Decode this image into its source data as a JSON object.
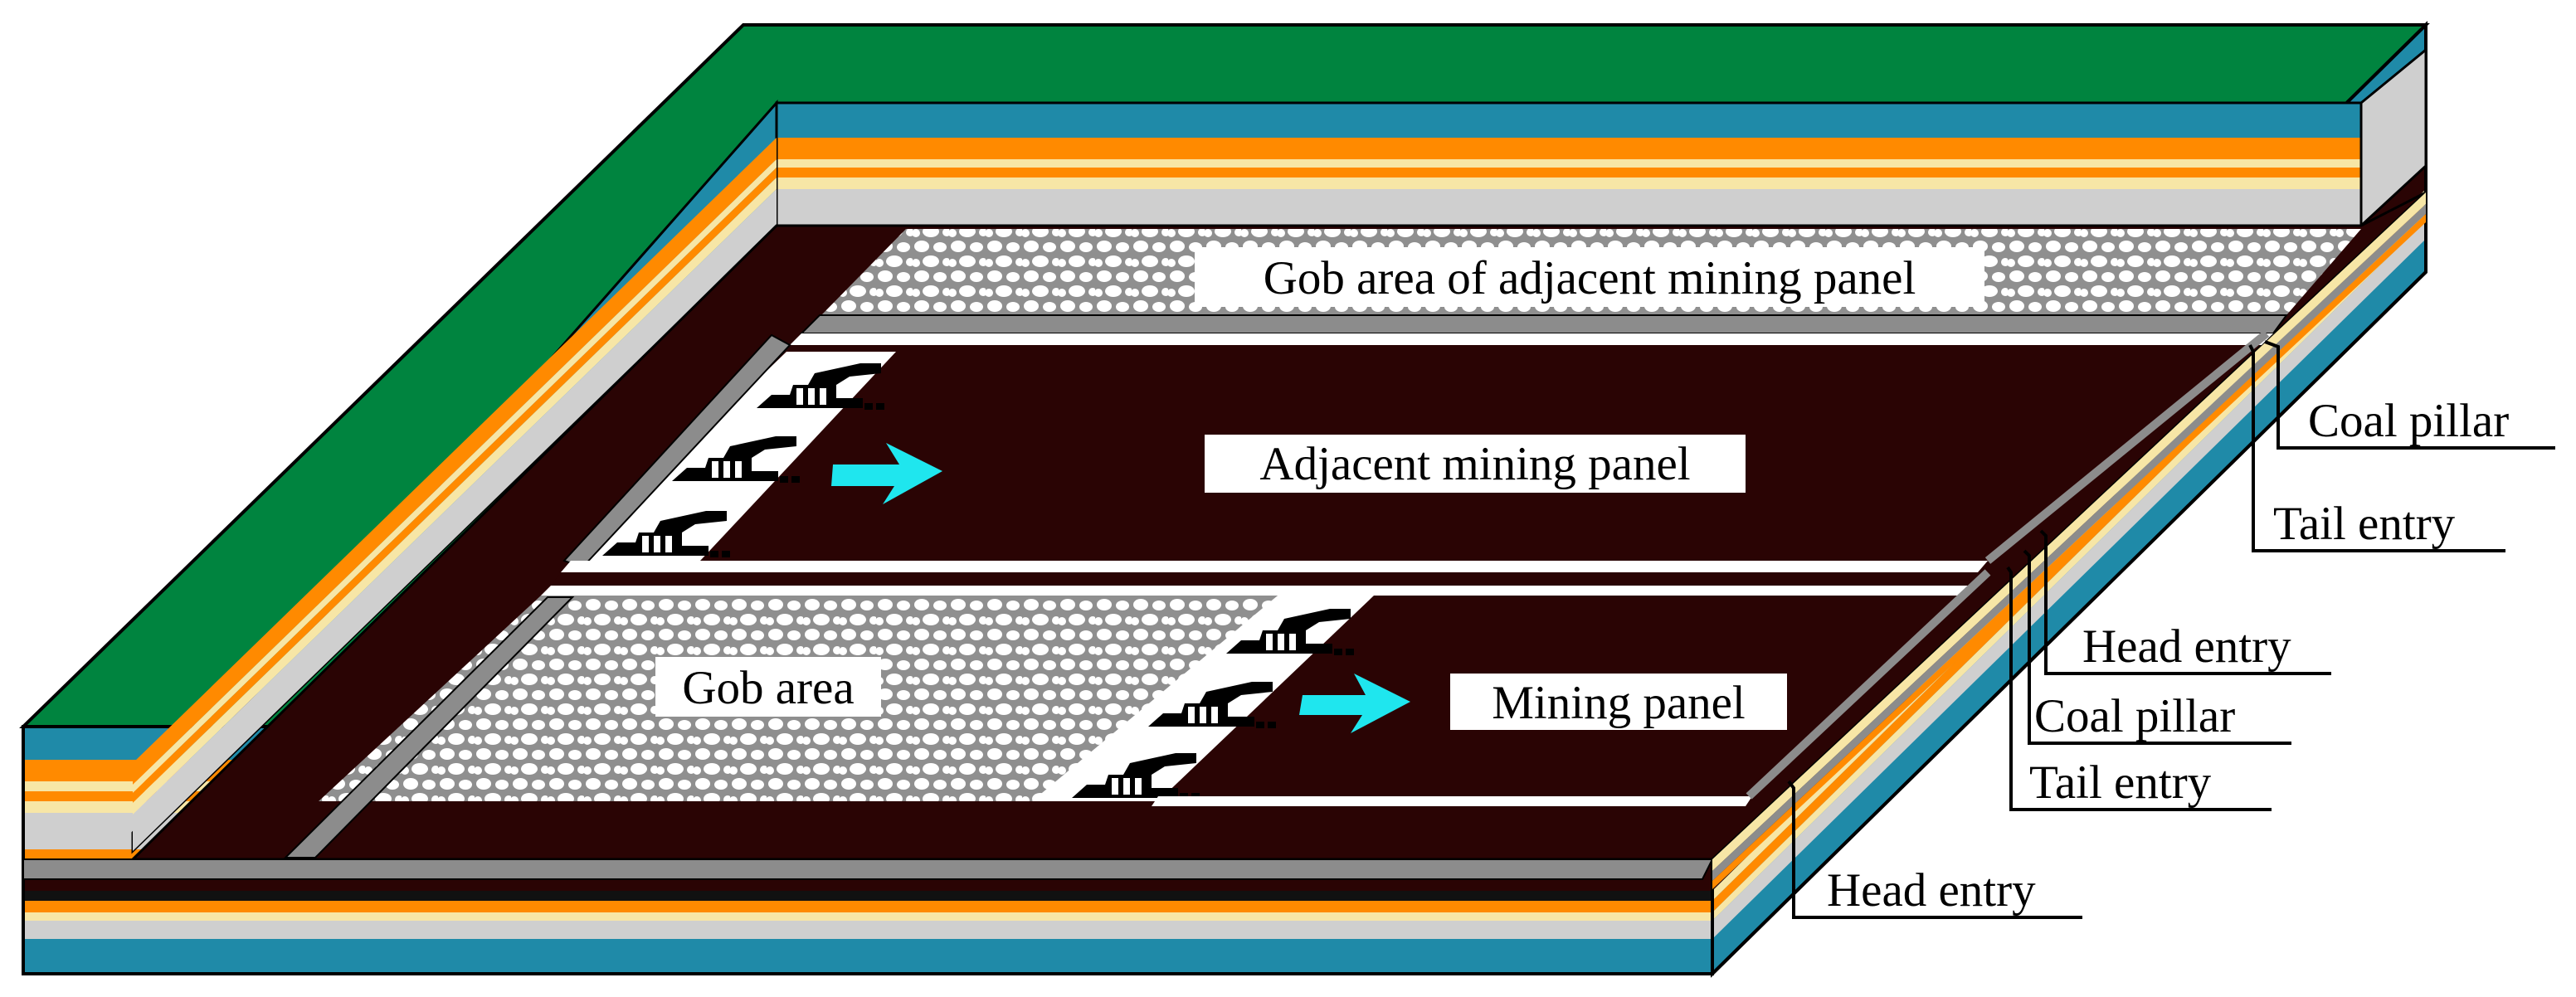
{
  "labels": {
    "gob_adjacent": "Gob area of adjacent mining panel",
    "adjacent_panel": "Adjacent mining panel",
    "gob_area": "Gob area",
    "mining_panel": "Mining panel",
    "coal_pillar_1": "Coal pillar",
    "tail_entry_1": "Tail entry",
    "head_entry_1": "Head entry",
    "coal_pillar_2": "Coal pillar",
    "tail_entry_2": "Tail entry",
    "head_entry_2": "Head entry"
  },
  "colors": {
    "top_surface": "#00843f",
    "teal_stratum": "#1f8aa8",
    "orange_stratum": "#ff8a00",
    "cream_stratum": "#f7e6a6",
    "grey_stratum": "#cfcfcf",
    "coal_seam": "#2a0404",
    "entry_grey": "#8c8c8c",
    "gob_fill": "#9a9a9a",
    "arrow": "#1fe6ee",
    "outline": "#000000"
  },
  "icons": {
    "advance_arrow": "arrow-right-icon",
    "shearer": "shearer-icon"
  }
}
